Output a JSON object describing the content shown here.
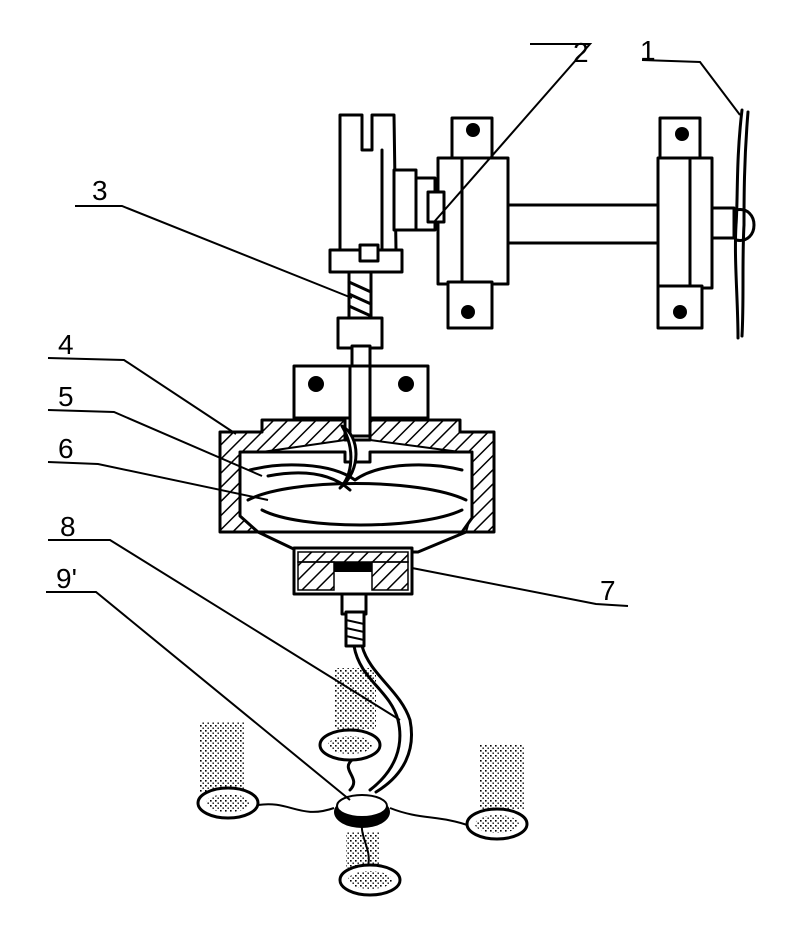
{
  "diagram": {
    "labels": [
      {
        "id": "1",
        "text": "1"
      },
      {
        "id": "2",
        "text": "2"
      },
      {
        "id": "3",
        "text": "3"
      },
      {
        "id": "4",
        "text": "4"
      },
      {
        "id": "5",
        "text": "5"
      },
      {
        "id": "6",
        "text": "6"
      },
      {
        "id": "7",
        "text": "7"
      },
      {
        "id": "8",
        "text": "8"
      },
      {
        "id": "9",
        "text": "9'"
      }
    ],
    "colors": {
      "ink": "#000000",
      "paper": "#ffffff"
    }
  }
}
